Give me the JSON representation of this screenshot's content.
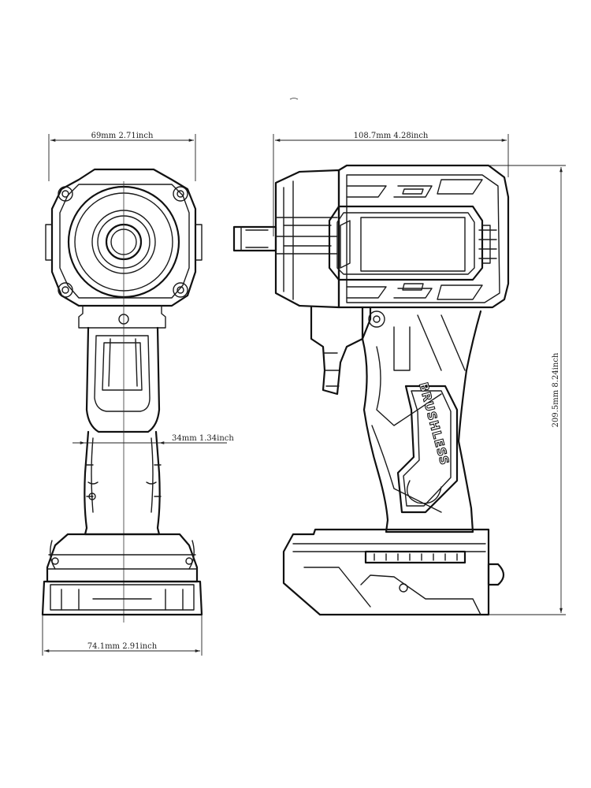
{
  "dimensions": {
    "top_width": "69mm  2.71inch",
    "side_length": "108.7mm  4.28inch",
    "grip_width": "34mm  1.34inch",
    "base_width": "74.1mm  2.91inch",
    "height": "209.5mm  8.24inch"
  },
  "brand_label": "BRUSHLESS",
  "colors": {
    "line": "#1a1a1a",
    "background": "#ffffff"
  }
}
